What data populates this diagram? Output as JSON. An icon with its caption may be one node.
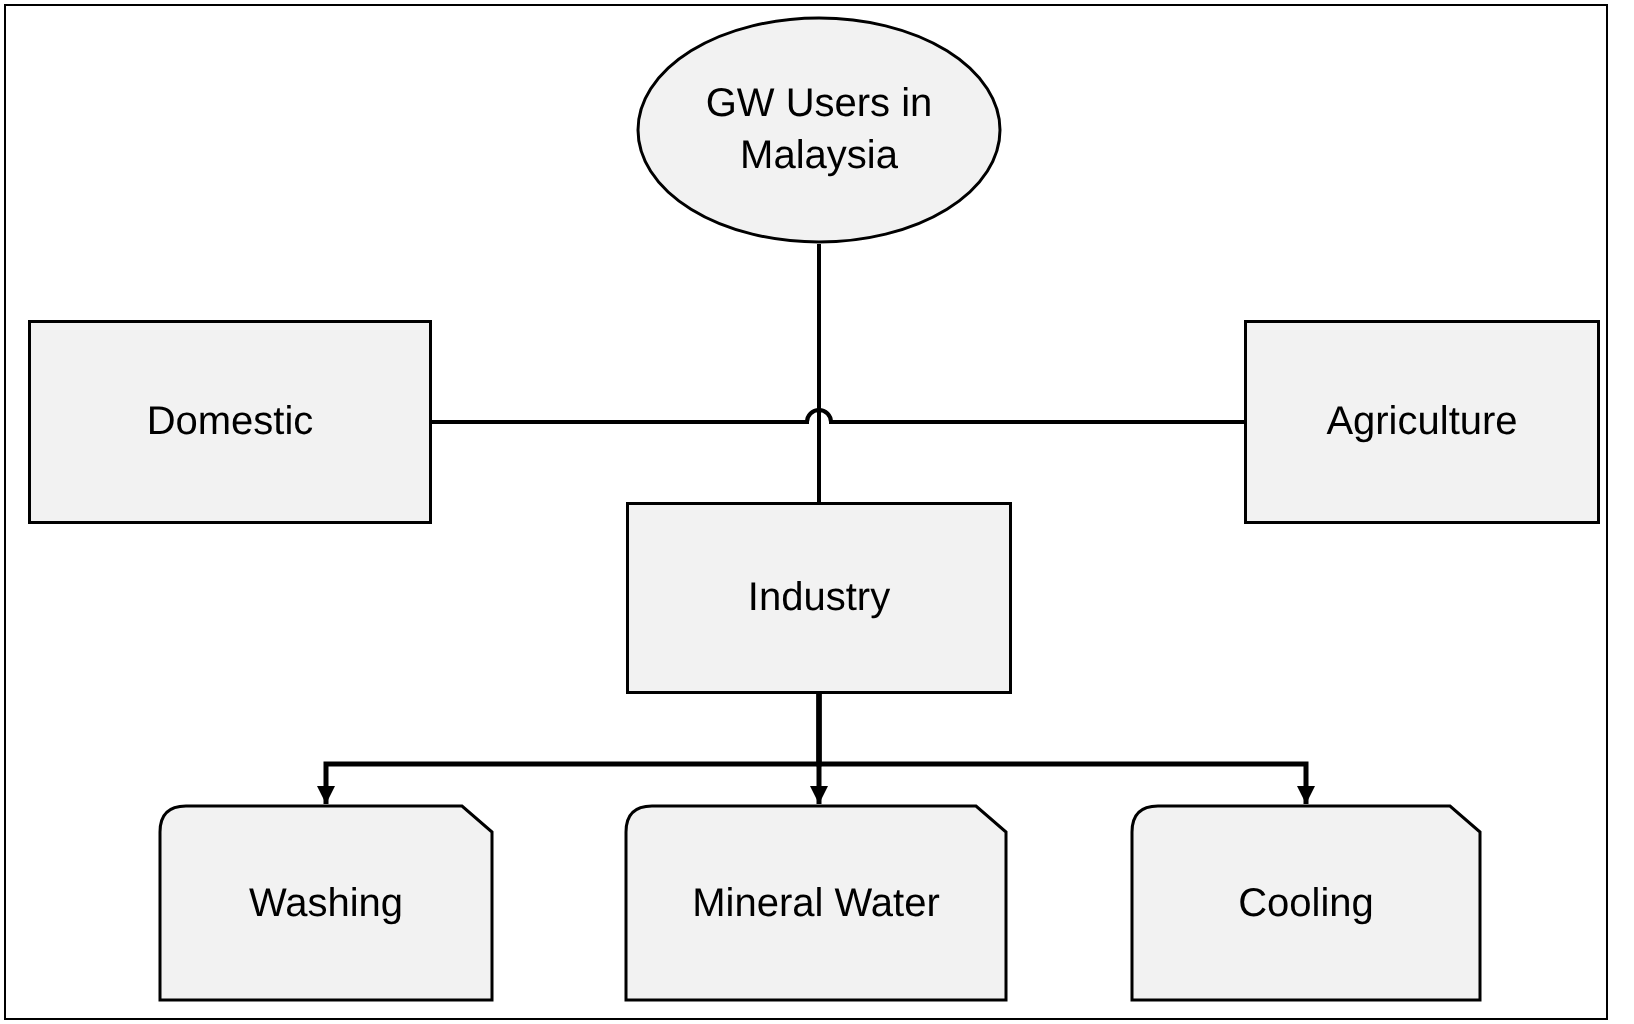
{
  "diagram": {
    "nodes": [
      {
        "text": [
          "GW Users in Malaysia"
        ]
      },
      {
        "text": [
          "Domestic"
        ]
      },
      {
        "text": [
          "Agriculture"
        ]
      },
      {
        "text": [
          "Industry"
        ]
      },
      {
        "text": [
          "Washing"
        ]
      },
      {
        "text": [
          "Mineral Water"
        ]
      },
      {
        "text": [
          "Cooling"
        ]
      }
    ],
    "edges": [
      {
        "from": 1,
        "to": 2,
        "arrow": "none"
      },
      {
        "from": 0,
        "to": 3,
        "arrow": "none"
      },
      {
        "from": 3,
        "to": 4,
        "arrow": "to"
      },
      {
        "from": 3,
        "to": 5,
        "arrow": "to"
      },
      {
        "from": 3,
        "to": 6,
        "arrow": "to"
      }
    ]
  }
}
